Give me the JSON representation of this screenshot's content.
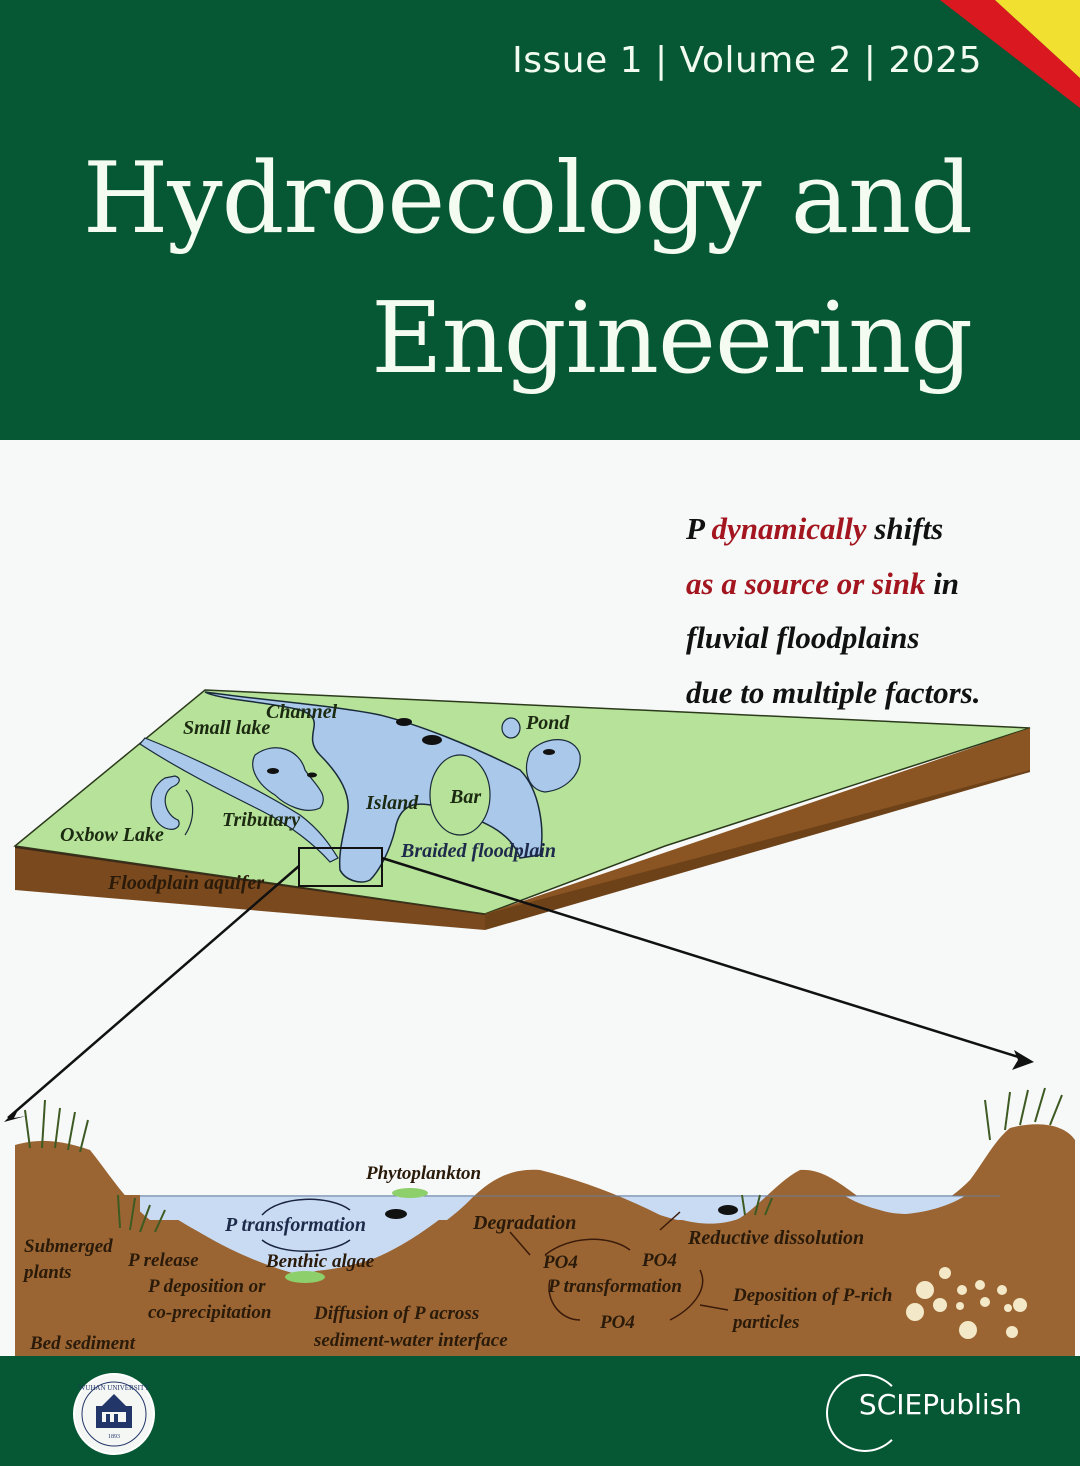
{
  "cover": {
    "issue_line": "Issue 1 | Volume 2 | 2025",
    "title_line1": "Hydroecology and",
    "title_line2": "Engineering",
    "colors": {
      "brand_green": "#065733",
      "accent_red": "#d9181f",
      "accent_yellow": "#f2e030",
      "highlight_red": "#a3161f"
    }
  },
  "tagline": {
    "line1_a": "P ",
    "line1_b": "dynamically",
    "line1_c": " shifts",
    "line2_a": "as a source or sink",
    "line2_b": " in",
    "line3": "fluvial floodplains",
    "line4": "due to multiple factors."
  },
  "floodplain_block": {
    "labels": {
      "channel": "Channel",
      "small_lake": "Small lake",
      "pond": "Pond",
      "island": "Island",
      "bar": "Bar",
      "tributary": "Tributary",
      "oxbow_lake": "Oxbow Lake",
      "braided_floodplain": "Braided floodplain",
      "floodplain_aquifer": "Floodplain aquifer"
    }
  },
  "cross_section": {
    "labels": {
      "phytoplankton": "Phytoplankton",
      "p_transformation_water": "P transformation",
      "degradation": "Degradation",
      "reductive_dissolution": "Reductive dissolution",
      "submerged_plants_1": "Submerged",
      "submerged_plants_2": "plants",
      "p_release": "P release",
      "benthic_algae": "Benthic algae",
      "p_deposition_1": "P deposition or",
      "p_deposition_2": "co-precipitation",
      "diffusion_1": "Diffusion of P across",
      "diffusion_2": "sediment-water interface",
      "po4_a": "PO4",
      "po4_b": "PO4",
      "po4_c": "PO4",
      "p_transformation_sediment": "P transformation",
      "deposition_prich_1": "Deposition of P-rich",
      "deposition_prich_2": "particles",
      "bed_sediment": "Bed sediment"
    }
  },
  "footer": {
    "university_logo_text": "WUHAN UNIVERSITY",
    "university_year": "1893",
    "publisher": "SCIEPublish"
  }
}
